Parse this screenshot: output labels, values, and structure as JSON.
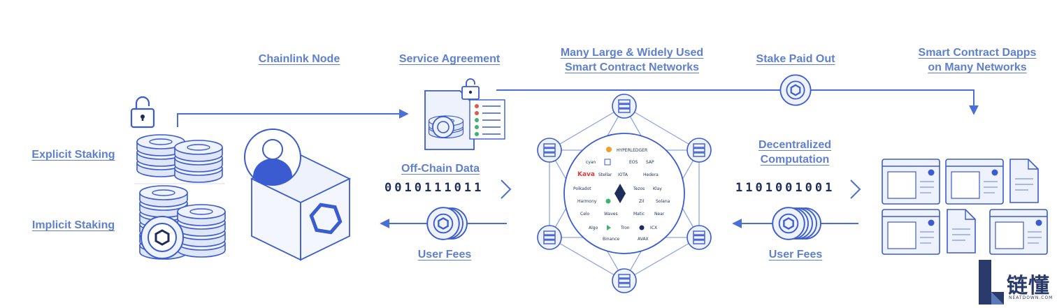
{
  "labels": {
    "chainlink_node": "Chainlink Node",
    "service_agreement": "Service Agreement",
    "networks_line1": "Many Large & Widely Used",
    "networks_line2": "Smart Contract Networks",
    "stake_paid_out": "Stake Paid Out",
    "dapps_line1": "Smart Contract Dapps",
    "dapps_line2": "on Many Networks",
    "explicit_staking": "Explicit Staking",
    "implicit_staking": "Implicit Staking",
    "off_chain_data": "Off-Chain Data",
    "decentralized_line1": "Decentralized",
    "decentralized_line2": "Computation",
    "user_fees_left": "User Fees",
    "user_fees_right": "User Fees"
  },
  "binary": {
    "left": "0010111011",
    "right": "1101001001"
  },
  "watermark": {
    "cn": "链懂",
    "en": "NEATDOWN.COM"
  },
  "colors": {
    "line_blue": "#4a6fd6",
    "light_blue": "#8fa6e6",
    "coin_fill": "#e9eefb",
    "navy": "#1f2d5a",
    "icon_blue": "#3b5bd0"
  }
}
